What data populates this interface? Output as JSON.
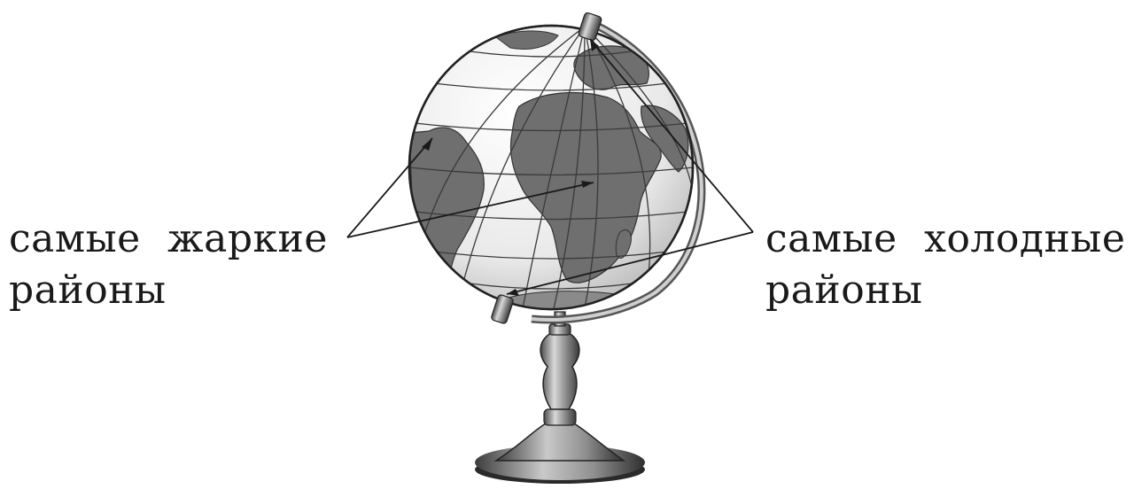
{
  "labels": {
    "hot": {
      "line1": "самые жаркие",
      "line2": "районы"
    },
    "cold": {
      "line1": "самые холодные",
      "line2": "районы"
    }
  },
  "colors": {
    "ocean": "#f2f2f2",
    "land": "#6f6f6f",
    "grid": "#3a3a3a",
    "metal": "#8a8a8a",
    "ink": "#1a1a1a"
  }
}
